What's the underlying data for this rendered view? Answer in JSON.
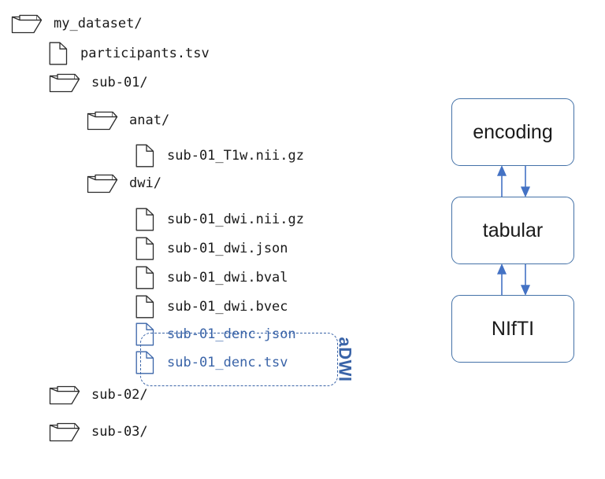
{
  "tree": {
    "rows": [
      {
        "icon": "folder-icon",
        "label": "my_dataset/",
        "depth": 0,
        "type": "folder",
        "highlight": false
      },
      {
        "icon": "file-icon",
        "label": "participants.tsv",
        "depth": 1,
        "type": "file",
        "highlight": false
      },
      {
        "icon": "folder-icon",
        "label": "sub-01/",
        "depth": 1,
        "type": "folder",
        "highlight": false
      },
      {
        "icon": "folder-icon",
        "label": "anat/",
        "depth": 2,
        "type": "folder",
        "highlight": false
      },
      {
        "icon": "file-icon",
        "label": "sub-01_T1w.nii.gz",
        "depth": 3,
        "type": "file",
        "highlight": false
      },
      {
        "icon": "folder-icon",
        "label": "dwi/",
        "depth": 2,
        "type": "folder",
        "highlight": false
      },
      {
        "icon": "file-icon",
        "label": "sub-01_dwi.nii.gz",
        "depth": 3,
        "type": "file",
        "highlight": false
      },
      {
        "icon": "file-icon",
        "label": "sub-01_dwi.json",
        "depth": 3,
        "type": "file",
        "highlight": false
      },
      {
        "icon": "file-icon",
        "label": "sub-01_dwi.bval",
        "depth": 3,
        "type": "file",
        "highlight": false
      },
      {
        "icon": "file-icon",
        "label": "sub-01_dwi.bvec",
        "depth": 3,
        "type": "file",
        "highlight": false
      },
      {
        "icon": "file-icon",
        "label": "sub-01_denc.json",
        "depth": 3,
        "type": "file",
        "highlight": true
      },
      {
        "icon": "file-icon",
        "label": "sub-01_denc.tsv",
        "depth": 3,
        "type": "file",
        "highlight": true
      },
      {
        "icon": "folder-icon",
        "label": "sub-02/",
        "depth": 1,
        "type": "folder",
        "highlight": false
      },
      {
        "icon": "folder-icon",
        "label": "sub-03/",
        "depth": 1,
        "type": "folder",
        "highlight": false
      }
    ],
    "group_annotation": "aDWI",
    "highlight_color": "#3a64a8",
    "text_color": "#1a1a1a"
  },
  "flow": {
    "boxes": [
      {
        "label": "encoding"
      },
      {
        "label": "tabular"
      },
      {
        "label": "NIfTI"
      }
    ],
    "connections": [
      {
        "from": "tabular",
        "to": "encoding",
        "directions": [
          "up",
          "down"
        ]
      },
      {
        "from": "NIfTI",
        "to": "tabular",
        "directions": [
          "up",
          "down"
        ]
      }
    ],
    "accent_color": "#4472a8",
    "arrow_color": "#4472c4"
  }
}
